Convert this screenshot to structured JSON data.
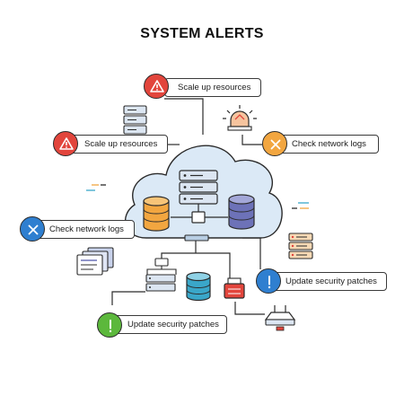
{
  "title": "SYSTEM ALERTS",
  "alerts": [
    {
      "label": "Scale up resources",
      "icon": "warning-icon",
      "color": "#e2453c"
    },
    {
      "label": "Scale up resources",
      "icon": "warning-icon",
      "color": "#e2453c"
    },
    {
      "label": "Check network logs",
      "icon": "close-icon",
      "color": "#f2a640"
    },
    {
      "label": "Check network logs",
      "icon": "close-icon",
      "color": "#2f7fd0"
    },
    {
      "label": "Update security patches",
      "icon": "exclamation-icon",
      "color": "#2f7fd0"
    },
    {
      "label": "Update security patches",
      "icon": "exclamation-icon",
      "color": "#5cb83c"
    }
  ],
  "colors": {
    "cloud_fill": "#dbe9f6",
    "outline": "#2b2b2b",
    "db_orange": "#f2a640",
    "db_purple": "#6d72b8",
    "db_teal": "#3aa7c9"
  }
}
